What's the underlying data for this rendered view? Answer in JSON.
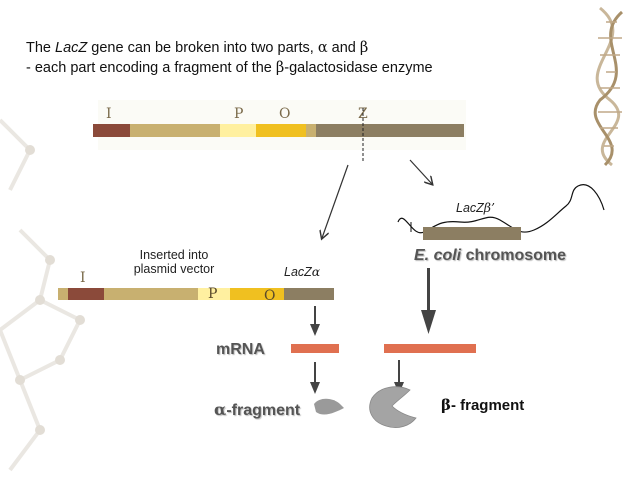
{
  "caption": {
    "line1_pre": "The ",
    "line1_gene": "LacZ",
    "line1_mid": " gene can be broken into two parts, ",
    "line1_alpha": "α",
    "line1_and": " and ",
    "line1_beta": "β",
    "line2_pre": "- each part encoding a fragment of the ",
    "line2_beta": "β",
    "line2_post": "-galactosidase enzyme"
  },
  "operon_regions": [
    "I",
    "P",
    "O",
    "Z"
  ],
  "plasmid_regions": [
    "I",
    "P",
    "O"
  ],
  "labels": {
    "inserted_line1": "Inserted into",
    "inserted_line2": "plasmid vector",
    "lacz_alpha_text": "LacZ",
    "lacz_alpha_sym": "α",
    "lacz_beta_text": "LacZ",
    "lacz_beta_sym": "β’",
    "chromosome_italic": "E. coli",
    "chromosome_rest": " chromosome",
    "mrna": "mRNA",
    "alpha_fragment_sym": "α",
    "alpha_fragment_text": "-fragment",
    "beta_fragment_sym": "β",
    "beta_fragment_text": "- fragment"
  },
  "colors": {
    "lacI": "#8b4a3a",
    "lacZ": "#8c7e62",
    "promoter": "#fff0a0",
    "operator": "#f0c020",
    "spacer": "#c8b070",
    "mrna": "#e07050",
    "fragment": "#999999"
  }
}
